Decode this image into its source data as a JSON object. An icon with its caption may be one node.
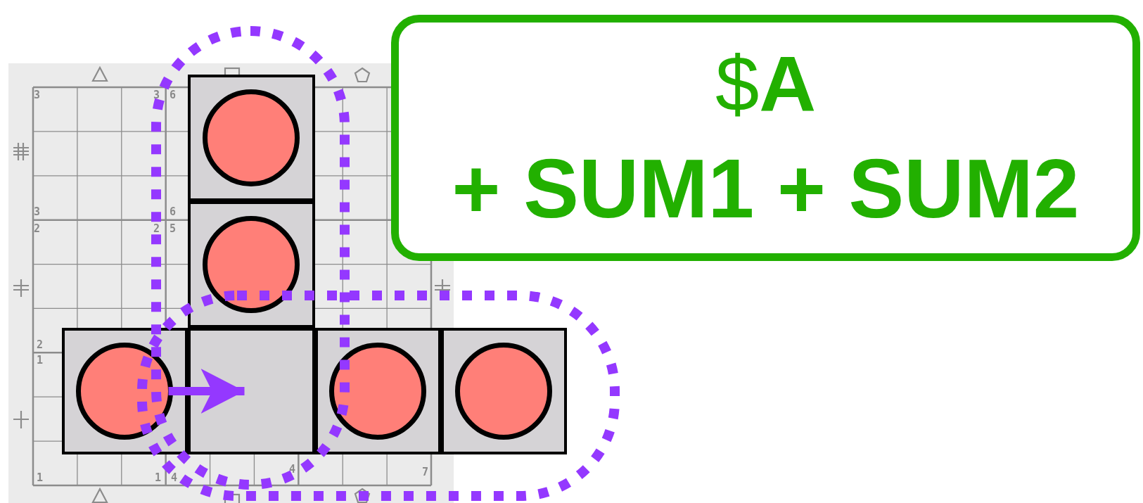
{
  "diagram": {
    "nodes": [
      {
        "text": [
          "$**A**",
          "+ SUM1 + SUM2"
        ]
      },
      {
        "text": [],
        "shape": "box"
      },
      {
        "text": [],
        "shape": "circle",
        "in": 1
      },
      {
        "text": [],
        "shape": "box"
      },
      {
        "text": [],
        "shape": "circle",
        "in": 3
      },
      {
        "text": [],
        "shape": "box"
      },
      {
        "text": [],
        "shape": "circle",
        "in": 5
      },
      {
        "text": [],
        "shape": "box"
      },
      {
        "text": [],
        "shape": "box"
      },
      {
        "text": [],
        "shape": "circle",
        "in": 8
      },
      {
        "text": [],
        "shape": "box"
      },
      {
        "text": [],
        "shape": "circle",
        "in": 10
      }
    ],
    "edges": [
      {
        "from": 6,
        "to": 7,
        "arrow": "to"
      }
    ],
    "labels": [
      "3",
      "3",
      "6",
      "3",
      "6",
      "2",
      "2",
      "5",
      "2",
      "1",
      "1",
      "1",
      "4",
      "4",
      "7"
    ]
  }
}
